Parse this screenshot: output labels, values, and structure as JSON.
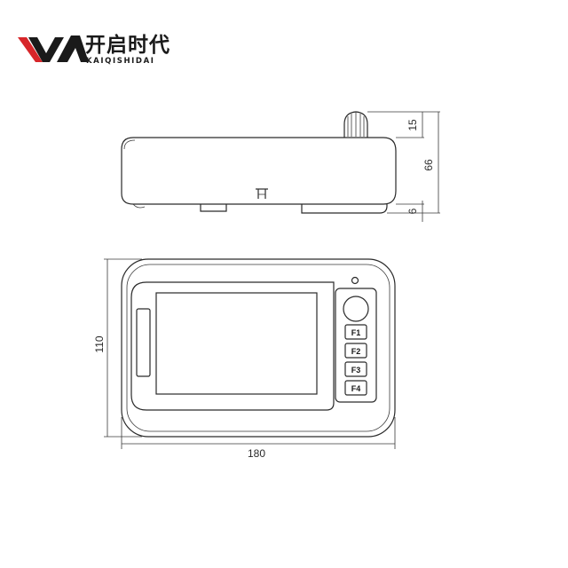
{
  "brand": {
    "name_cn": "开启时代",
    "name_en": "KAIQISHIDAI",
    "colors": {
      "red": "#d7262a",
      "dark": "#1a1a1a"
    }
  },
  "drawing": {
    "dimensions": {
      "knob_height": "15",
      "body_height": "66",
      "foot_height": "6",
      "front_height": "110",
      "front_width": "180"
    },
    "function_keys": [
      "F1",
      "F2",
      "F3",
      "F4"
    ]
  }
}
